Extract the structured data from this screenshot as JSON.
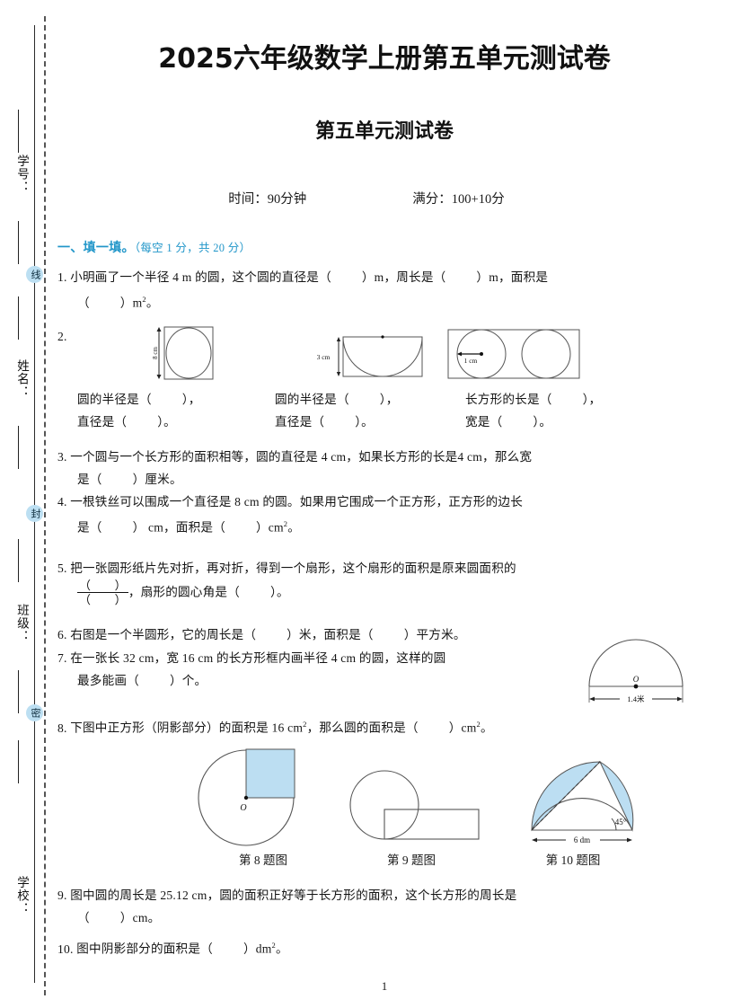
{
  "seal_margin": {
    "fields": [
      {
        "label": "学号：",
        "id": "student-id"
      },
      {
        "label": "姓名：",
        "id": "name"
      },
      {
        "label": "班级：",
        "id": "class"
      },
      {
        "label": "学校：",
        "id": "school"
      }
    ],
    "badges": [
      "线",
      "封",
      "密"
    ]
  },
  "header": {
    "title": "2025六年级数学上册第五单元测试卷",
    "subtitle": "第五单元测试卷",
    "time_label": "时间：90分钟",
    "total_label": "满分：100+10分"
  },
  "section": {
    "label": "一、填一填。",
    "score": "（每空 1 分，共 20 分）",
    "accent_color": "#2196c9"
  },
  "questions": {
    "q1": {
      "num": "1.",
      "line1_a": "小明画了一个半径 4 m 的圆，这个圆的直径是（",
      "line1_b": "）m，周长是（",
      "line1_c": "）m，面积是",
      "line2_a": "（",
      "line2_b": "）m",
      "line2_sup": "2",
      "line2_c": "。"
    },
    "q2": {
      "num": "2.",
      "fig1": {
        "label": "8 cm"
      },
      "fig2": {
        "label": "3 cm"
      },
      "fig3": {
        "label": "1 cm"
      },
      "col1_line1_a": "圆的半径是（",
      "col1_line1_b": "），",
      "col1_line2_a": "直径是（",
      "col1_line2_b": "）。",
      "col2_line1_a": "圆的半径是（",
      "col2_line1_b": "），",
      "col2_line2_a": "直径是（",
      "col2_line2_b": "）。",
      "col3_line1_a": "长方形的长是（",
      "col3_line1_b": "），",
      "col3_line2_a": "宽是（",
      "col3_line2_b": "）。"
    },
    "q3": {
      "num": "3.",
      "line1": "一个圆与一个长方形的面积相等，圆的直径是 4 cm，如果长方形的长是4 cm，那么宽",
      "line2_a": "是（",
      "line2_b": "）厘米。"
    },
    "q4": {
      "num": "4.",
      "line1": "一根铁丝可以围成一个直径是 8 cm 的圆。如果用它围成一个正方形，正方形的边长",
      "line2_a": "是（",
      "line2_b": "） cm，面积是（",
      "line2_c": "）cm",
      "line2_sup": "2",
      "line2_d": "。"
    },
    "q5": {
      "num": "5.",
      "line1": "把一张圆形纸片先对折，再对折，得到一个扇形，这个扇形的面积是原来圆面积的",
      "frac_top": "（　　）",
      "frac_bot": "（　　）",
      "line2_a": "，扇形的圆心角是（",
      "line2_b": "）。"
    },
    "q6": {
      "num": "6.",
      "line1_a": "右图是一个半圆形，它的周长是（",
      "line1_b": "）米，面积是（",
      "line1_c": "）平方米。",
      "fig_center": "O",
      "fig_dim": "1.4米"
    },
    "q7": {
      "num": "7.",
      "line1": "在一张长 32 cm，宽 16 cm 的长方形框内画半径 4 cm 的圆，这样的圆",
      "line2_a": "最多能画（",
      "line2_b": "）个。"
    },
    "q8": {
      "num": "8.",
      "line1_a": "下图中正方形（阴影部分）的面积是 16 cm",
      "line1_sup": "2",
      "line1_b": "，那么圆的面积是（",
      "line1_c": "）cm",
      "line1_sup2": "2",
      "line1_d": "。",
      "fig_center": "O"
    },
    "q9": {
      "num": "9.",
      "line1": "图中圆的周长是 25.12 cm，圆的面积正好等于长方形的面积，这个长方形的周长是",
      "line2_a": "（",
      "line2_b": "）cm。"
    },
    "q10": {
      "num": "10.",
      "line1_a": "图中阴影部分的面积是（",
      "line1_b": "）dm",
      "line1_sup": "2",
      "line1_c": "。"
    }
  },
  "figures": {
    "captions": [
      "第 8 题图",
      "第 9 题图",
      "第 10 题图"
    ],
    "fig10_angle": "45°",
    "fig10_dim": "6 dm",
    "shade_color": "#bcdef2",
    "stroke_color": "#555555"
  },
  "footer": {
    "page_number": "1"
  }
}
